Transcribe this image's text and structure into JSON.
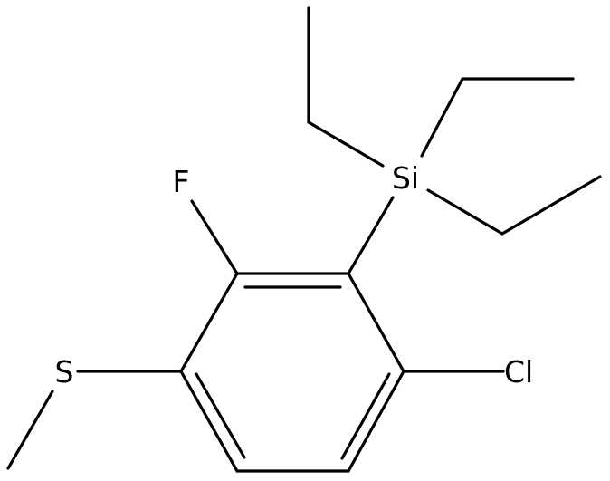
{
  "atoms": {
    "F": "F",
    "Si": "Si",
    "Cl": "Cl",
    "S": "S"
  }
}
